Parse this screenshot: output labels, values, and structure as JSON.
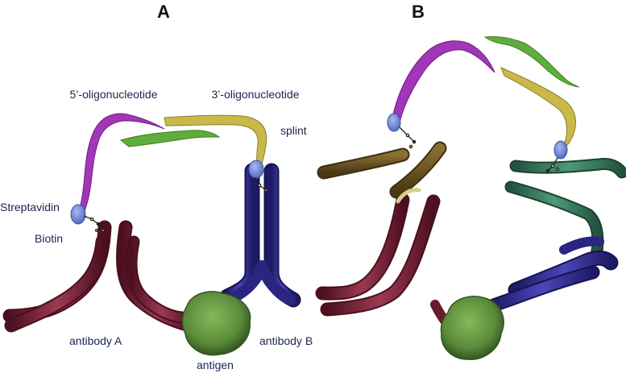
{
  "panels": {
    "a": {
      "letter": "A"
    },
    "b": {
      "letter": "B"
    }
  },
  "labels": {
    "oligo5": "5’-oligonucleotide",
    "oligo3": "3’-oligonucleotide",
    "splint": "splint",
    "streptavidin": "Streptavidin",
    "biotin": "Biotin",
    "antibody_a": "antibody A",
    "antibody_b": "antibody B",
    "antigen": "antigen"
  },
  "colors": {
    "antibody_a": "#7a2236",
    "antibody_b": "#2e2a8c",
    "antigen": "#5a8a3a",
    "oligo5": "#a236b8",
    "oligo3": "#c9b84a",
    "splint": "#5fae3c",
    "streptavidin": "#6b86d6",
    "antibody_b_alt": "#3b7a5e",
    "antibody_a_alt": "#6b5424"
  }
}
